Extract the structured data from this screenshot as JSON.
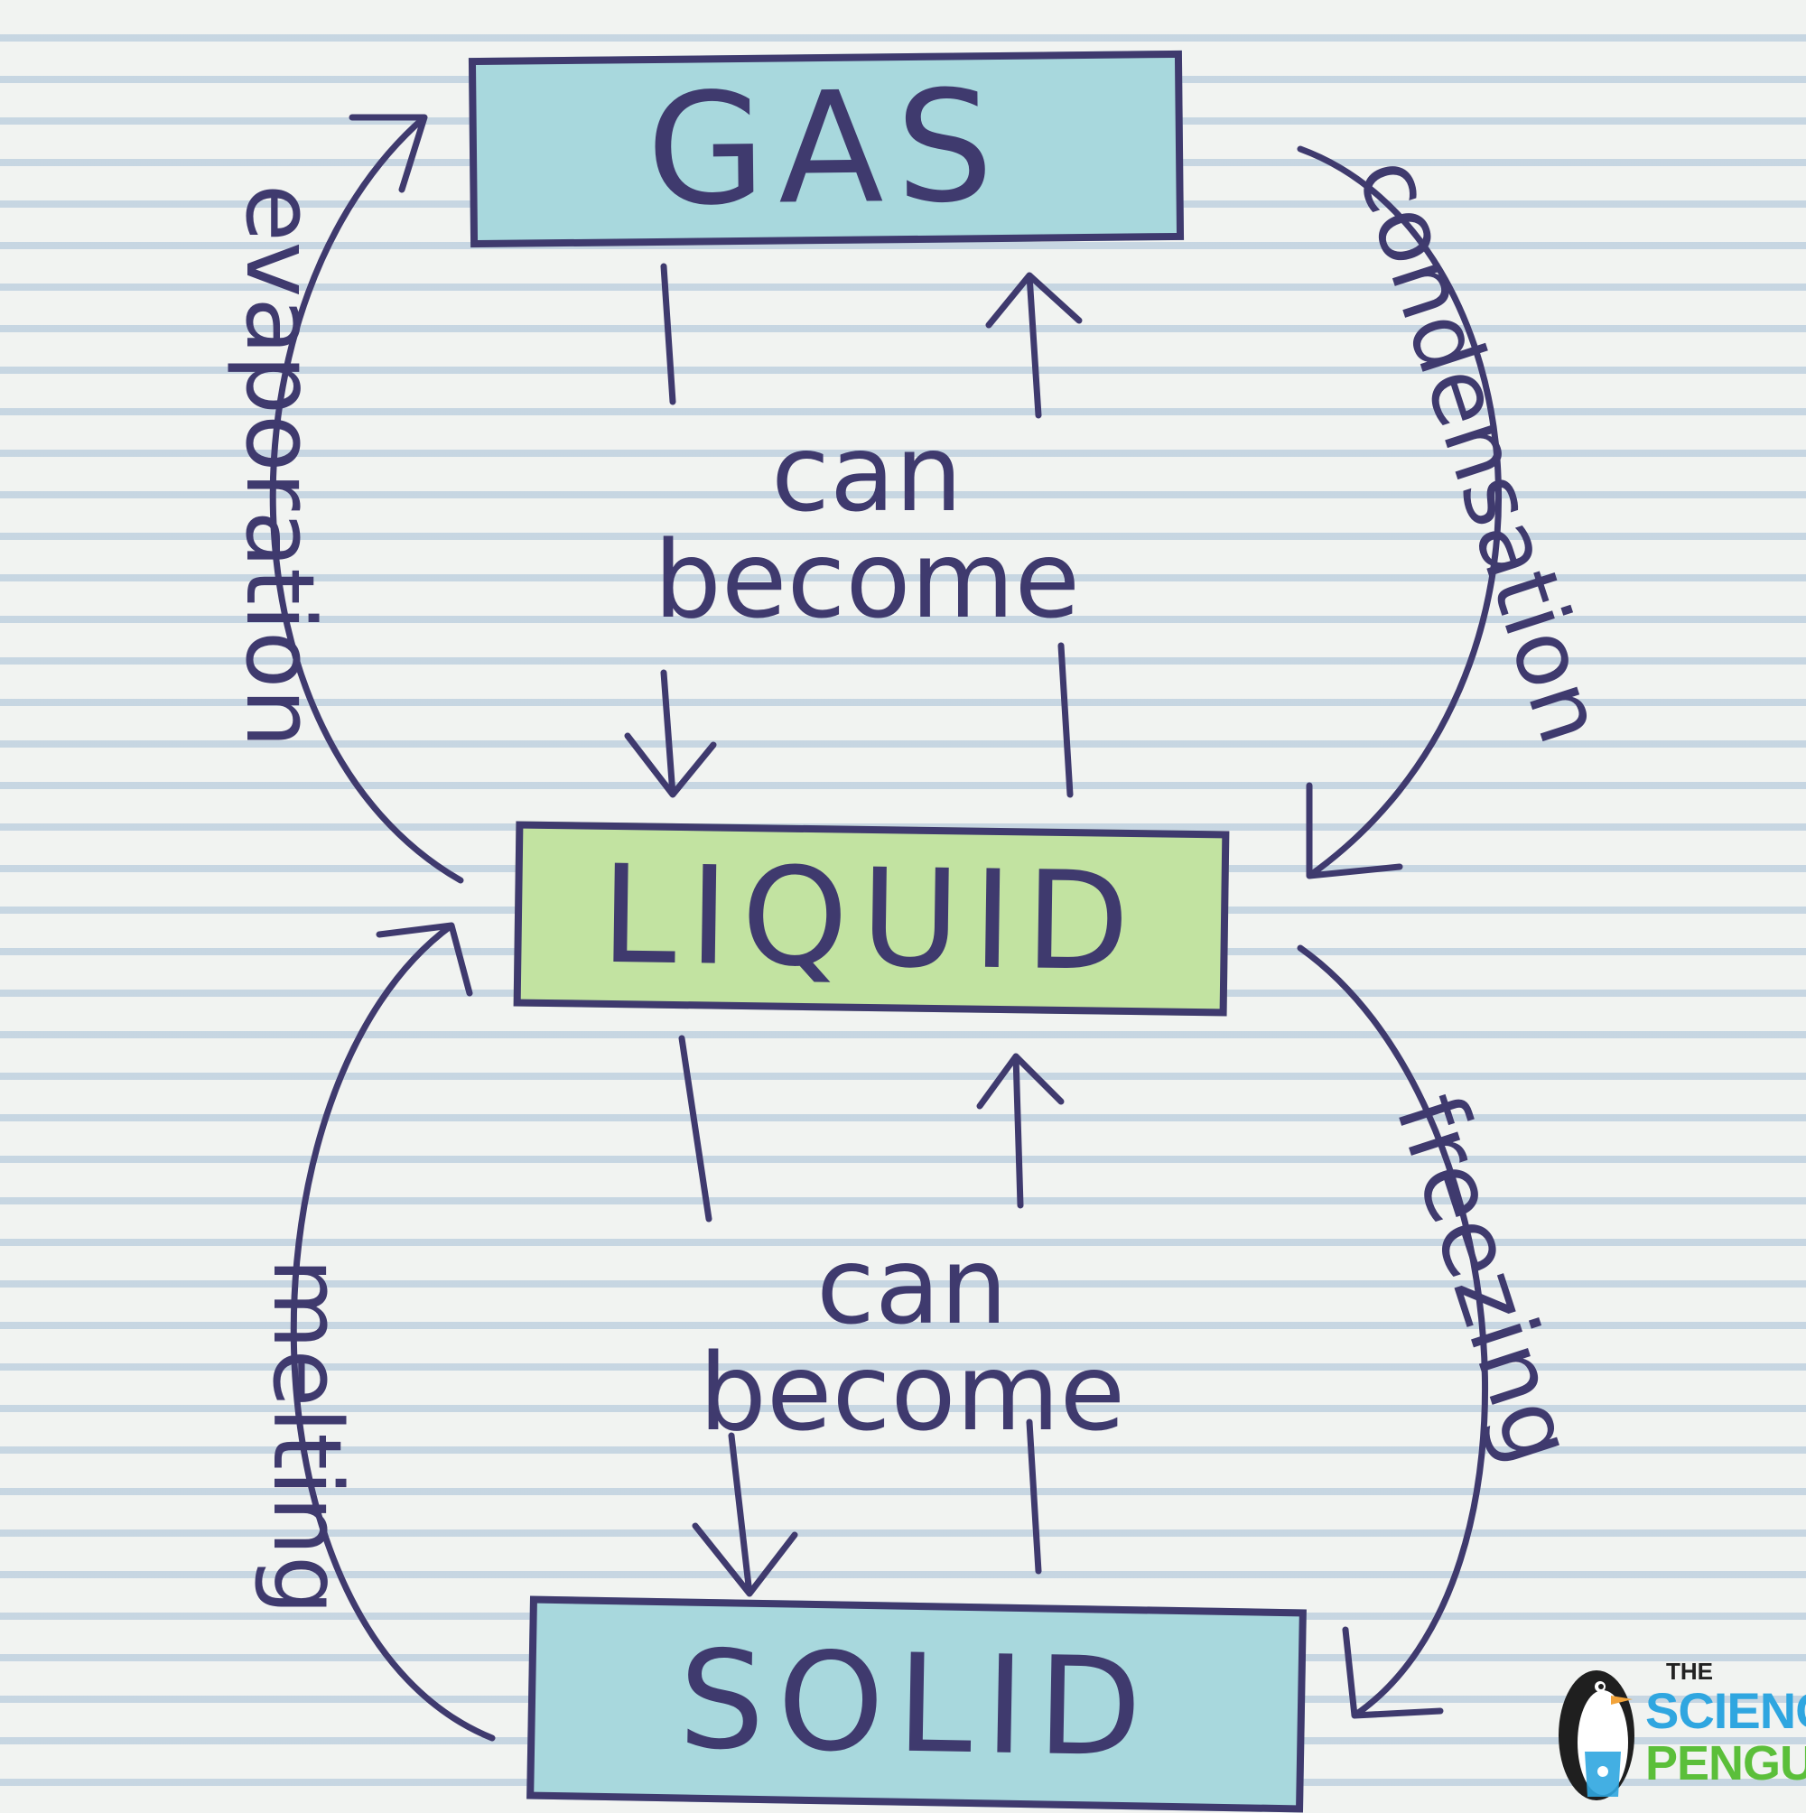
{
  "diagram": {
    "states": {
      "gas": "GAS",
      "liquid": "LIQUID",
      "solid": "SOLID"
    },
    "connector_top": {
      "line1": "can",
      "line2": "become"
    },
    "connector_bottom": {
      "line1": "can",
      "line2": "become"
    },
    "processes": {
      "evaporation": "evaporation",
      "condensation": "condensation",
      "melting": "melting",
      "freezing": "freezing"
    }
  },
  "logo": {
    "the": "THE",
    "science": "SCIENCE",
    "penguin": "PENGUIN"
  },
  "colors": {
    "ink": "#3f3a6e",
    "gas_fill": "#a8d8dd",
    "liquid_fill": "#c2e3a1",
    "solid_fill": "#a8d8dd",
    "paper": "#f1f3f1",
    "rule_lines": "#c2d3e0",
    "logo_blue": "#2fa6e0",
    "logo_green": "#5bbf3a"
  }
}
